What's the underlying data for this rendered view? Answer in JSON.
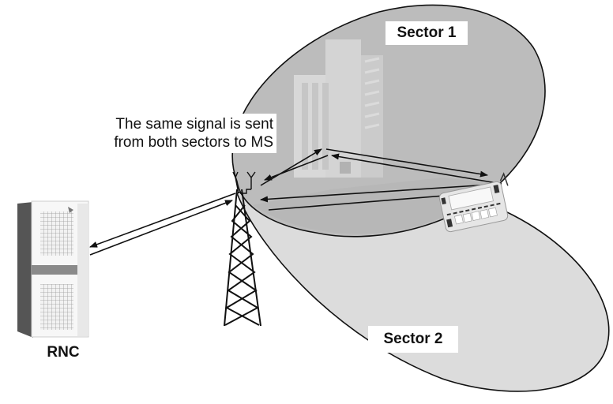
{
  "diagram": {
    "labels": {
      "sector1": "Sector 1",
      "sector2": "Sector 2",
      "rnc": "RNC",
      "caption_line1": "The same signal is sent",
      "caption_line2": "from both sectors to MS"
    },
    "nodes": [
      "RNC",
      "Base station tower",
      "Mobile station (MS)",
      "Building"
    ],
    "links": [
      {
        "from": "RNC",
        "to": "Base station tower",
        "direction": "bidirectional"
      },
      {
        "from": "Sector 1",
        "to": "MS",
        "direction": "bidirectional"
      },
      {
        "from": "Sector 2",
        "to": "MS",
        "direction": "bidirectional"
      }
    ],
    "colors": {
      "sector1_fill": "#bcbcbc",
      "sector2_fill": "#dcdcdc",
      "overlap_fill": "#b8b8b8",
      "outline": "#111111"
    }
  }
}
